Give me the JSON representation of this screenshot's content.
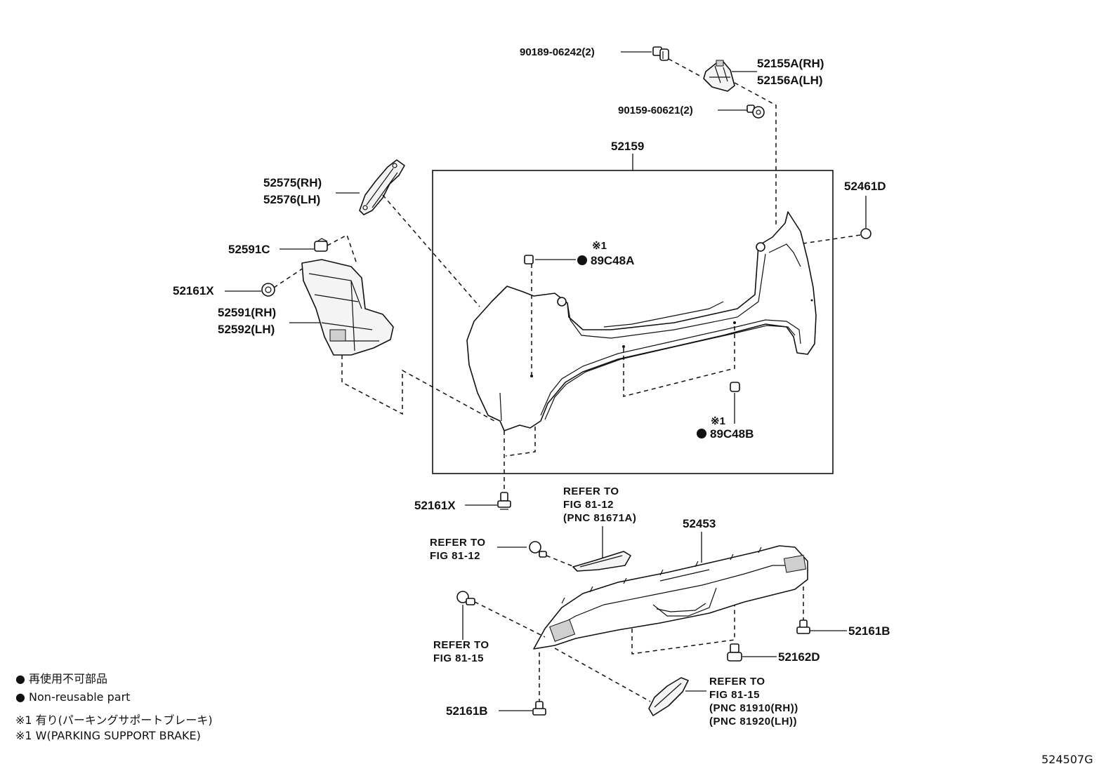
{
  "labels": {
    "p90189": "90189-06242(2)",
    "p52155a": "52155A(RH)",
    "p52156a": "52156A(LH)",
    "p90159": "90159-60621(2)",
    "p52159": "52159",
    "p52575": "52575(RH)",
    "p52576": "52576(LH)",
    "p52461d": "52461D",
    "p52591c": "52591C",
    "p52161x_top": "52161X",
    "p52591": "52591(RH)",
    "p52592": "52592(LH)",
    "p89c48a": "89C48A",
    "p89c48b": "89C48B",
    "mark1_a": "※1",
    "mark1_b": "※1",
    "p52161x_bottom": "52161X",
    "p52453": "52453",
    "p52161b_right": "52161B",
    "p52162d": "52162D",
    "p52161b_bottom": "52161B"
  },
  "refs": {
    "ref_top_1": "REFER TO",
    "ref_top_2": "FIG 81-12",
    "ref_top_3": "(PNC 81671A)",
    "ref_left_1": "REFER TO",
    "ref_left_2": "FIG 81-12",
    "ref_lower_1": "REFER TO",
    "ref_lower_2": "FIG 81-15",
    "ref_right_1": "REFER TO",
    "ref_right_2": "FIG 81-15",
    "ref_right_3": "(PNC 81910(RH))",
    "ref_right_4": "(PNC 81920(LH))"
  },
  "legend": {
    "jp_nonreusable": "● 再使用不可部品",
    "en_nonreusable": "● Non-reusable part",
    "jp_note": "※1 有り(パーキングサポートブレーキ)",
    "en_note": "※1 W(PARKING SUPPORT BRAKE)"
  },
  "diagram_id": "524507G"
}
